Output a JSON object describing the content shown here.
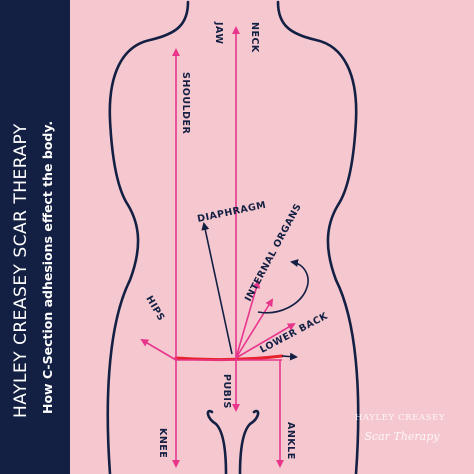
{
  "brand": {
    "title": "HAYLEY CREASEY SCAR THERAPY",
    "subtitle": "How C-Section adhesions effect the body."
  },
  "labels": {
    "jaw": "JAW",
    "neck": "NECK",
    "shoulder": "SHOULDER",
    "diaphragm": "DIAPHRAGM",
    "internal_organs": "INTERNAL ORGANS",
    "hips": "HIPS",
    "lower_back": "LOWER BACK",
    "pubis": "PUBIS",
    "knee": "KNEE",
    "ankle": "ANKLE"
  },
  "watermark": {
    "line1": "HAYLEY CREASEY",
    "line2": "Scar Therapy"
  },
  "colors": {
    "background": "#f5c8d0",
    "sidebar": "#132043",
    "outline": "#132043",
    "arrow": "#e8358c",
    "scar": "#e8232b"
  }
}
